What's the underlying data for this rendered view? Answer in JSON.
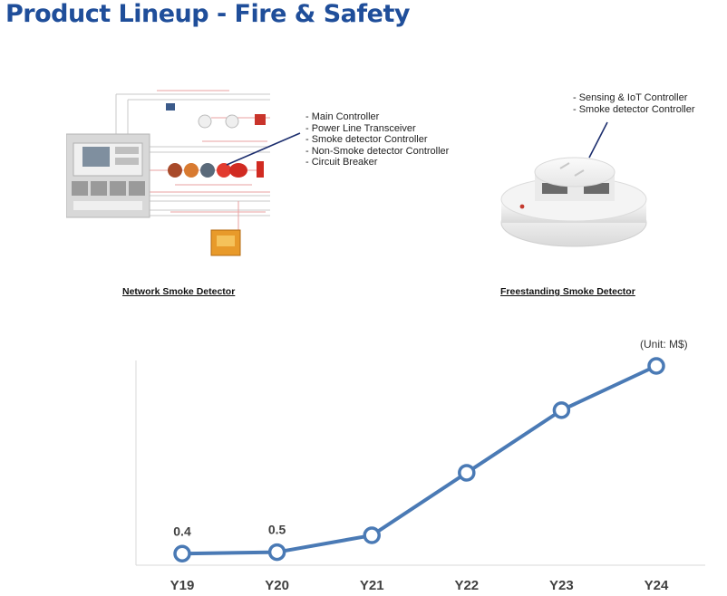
{
  "title": "Product Lineup - Fire & Safety",
  "network": {
    "caption": "Network Smoke Detector",
    "features": [
      "- Main Controller",
      "- Power Line Transceiver",
      "- Smoke detector Controller",
      "- Non-Smoke detector Controller",
      "- Circuit Breaker"
    ]
  },
  "freestanding": {
    "caption": "Freestanding Smoke Detector",
    "features": [
      "- Sensing & IoT Controller",
      "- Smoke detector Controller"
    ]
  },
  "colors": {
    "title": "#1f4e9a",
    "series": "#4a7ab5",
    "panel": "#d6d6d6",
    "alarm": "#e23b2f",
    "pipe": "#e8a0a0"
  },
  "chart_data": {
    "type": "line",
    "unit_label": "(Unit: M$)",
    "categories": [
      "Y19",
      "Y20",
      "Y21",
      "Y22",
      "Y23",
      "Y24"
    ],
    "values": [
      0.4,
      0.5,
      1.6,
      5.7,
      9.8,
      12.7
    ],
    "data_labels": [
      "0.4",
      "0.5",
      "",
      "",
      "",
      ""
    ],
    "ylim": [
      0,
      14
    ],
    "grid": false,
    "axes": "left and bottom lines only"
  }
}
